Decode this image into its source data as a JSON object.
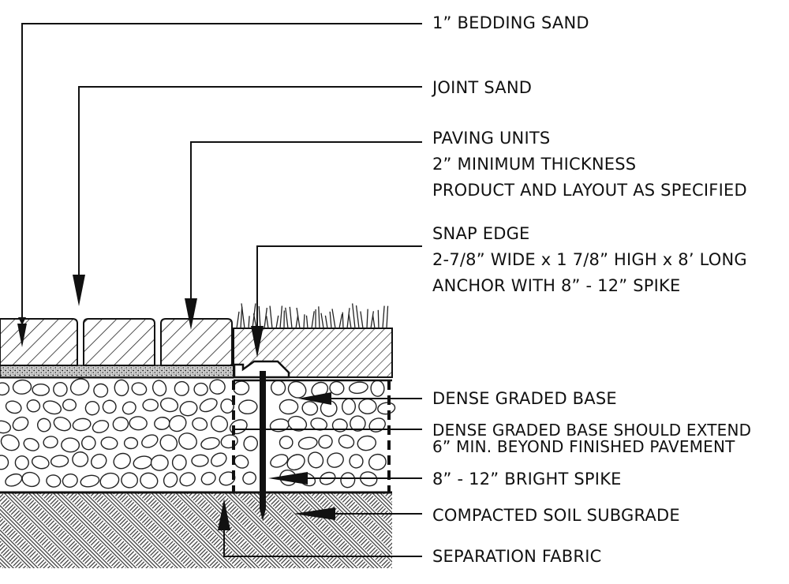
{
  "labels": {
    "bedding_sand": "1” BEDDING SAND",
    "joint_sand": "JOINT SAND",
    "paving_units": [
      "PAVING UNITS",
      "2” MINIMUM THICKNESS",
      "PRODUCT AND LAYOUT AS SPECIFIED"
    ],
    "snap_edge": [
      "SNAP EDGE",
      "2-7/8” WIDE x 1 7/8” HIGH x 8’ LONG",
      "ANCHOR WITH 8” - 12” SPIKE"
    ],
    "dense_graded_base": "DENSE GRADED BASE",
    "base_extend": [
      "DENSE GRADED BASE SHOULD EXTEND",
      "6” MIN. BEYOND FINISHED PAVEMENT"
    ],
    "spike": "8” - 12” BRIGHT SPIKE",
    "subgrade": "COMPACTED SOIL SUBGRADE",
    "fabric": "SEPARATION FABRIC"
  }
}
